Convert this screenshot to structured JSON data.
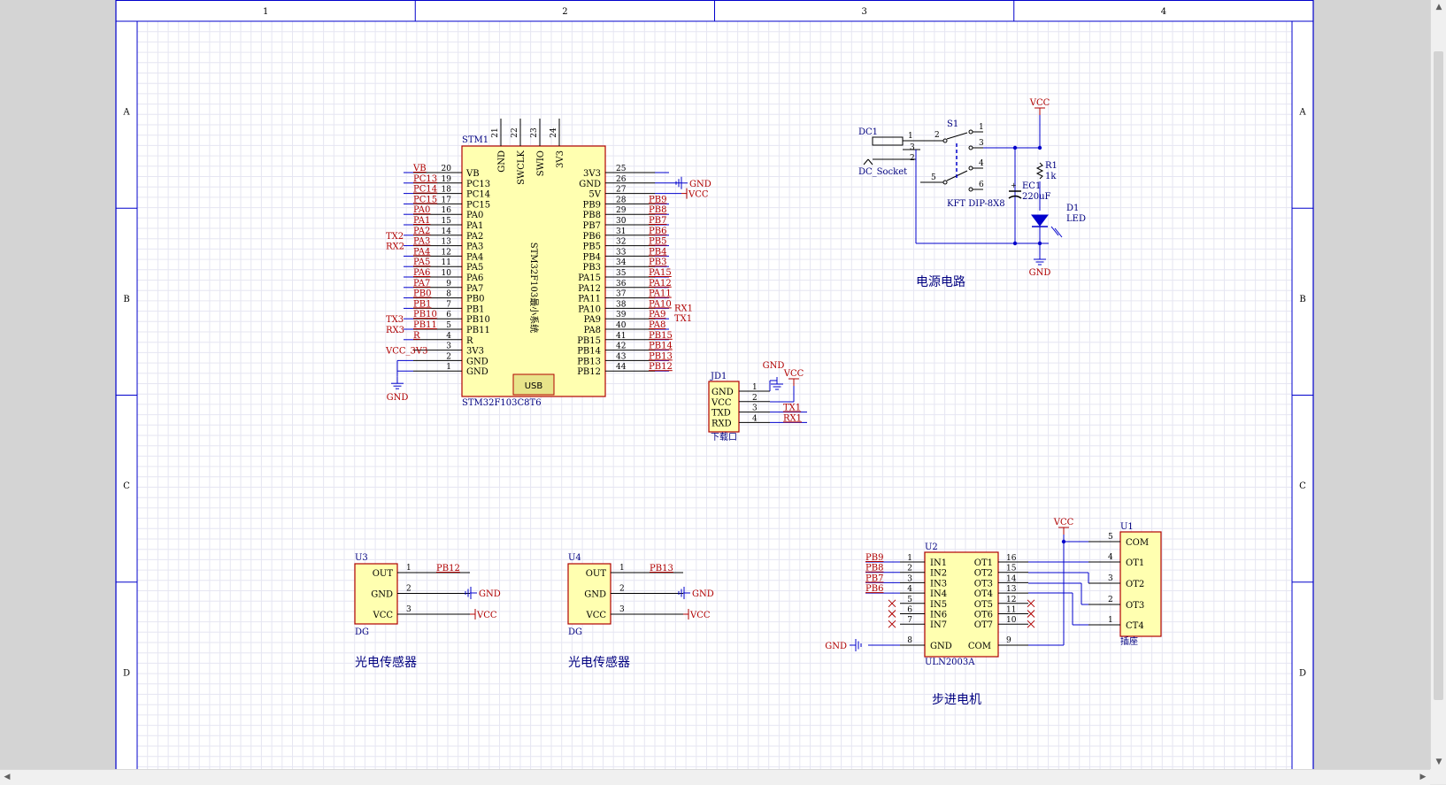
{
  "sheet": {
    "zone_columns": [
      "1",
      "2",
      "3",
      "4"
    ],
    "zone_rows": [
      "A",
      "B",
      "C",
      "D"
    ],
    "colors": {
      "paper": "#ffffff",
      "border": "#0000cc",
      "grid": "#e6e6f2",
      "part_body": "#ffffb0",
      "part_outline": "#b00000",
      "wire": "#0000cc",
      "label": "#b00000",
      "pin_name": "#000000",
      "designator": "#000080",
      "pin_line": "#000000"
    }
  },
  "mcu": {
    "designator": "STM1",
    "comment": "STM32F103C8T6",
    "body_text": "STM32F103最小系统",
    "usb": "USB",
    "left_pins": [
      {
        "num": "20",
        "name": "VB",
        "net": "VB",
        "ext": ""
      },
      {
        "num": "19",
        "name": "PC13",
        "net": "PC13",
        "ext": ""
      },
      {
        "num": "18",
        "name": "PC14",
        "net": "PC14",
        "ext": ""
      },
      {
        "num": "17",
        "name": "PC15",
        "net": "PC15",
        "ext": ""
      },
      {
        "num": "16",
        "name": "PA0",
        "net": "PA0",
        "ext": ""
      },
      {
        "num": "15",
        "name": "PA1",
        "net": "PA1",
        "ext": ""
      },
      {
        "num": "14",
        "name": "PA2",
        "net": "PA2",
        "ext": "TX2"
      },
      {
        "num": "13",
        "name": "PA3",
        "net": "PA3",
        "ext": "RX2"
      },
      {
        "num": "12",
        "name": "PA4",
        "net": "PA4",
        "ext": ""
      },
      {
        "num": "11",
        "name": "PA5",
        "net": "PA5",
        "ext": ""
      },
      {
        "num": "10",
        "name": "PA6",
        "net": "PA6",
        "ext": ""
      },
      {
        "num": "9",
        "name": "PA7",
        "net": "PA7",
        "ext": ""
      },
      {
        "num": "8",
        "name": "PB0",
        "net": "PB0",
        "ext": ""
      },
      {
        "num": "7",
        "name": "PB1",
        "net": "PB1",
        "ext": ""
      },
      {
        "num": "6",
        "name": "PB10",
        "net": "PB10",
        "ext": "TX3"
      },
      {
        "num": "5",
        "name": "PB11",
        "net": "PB11",
        "ext": "RX3"
      },
      {
        "num": "4",
        "name": "R",
        "net": "R",
        "ext": ""
      },
      {
        "num": "3",
        "name": "3V3",
        "net": "",
        "ext": "VCC_3V3"
      },
      {
        "num": "2",
        "name": "GND",
        "net": "",
        "ext": ""
      },
      {
        "num": "1",
        "name": "GND",
        "net": "",
        "ext": ""
      }
    ],
    "right_pins": [
      {
        "num": "25",
        "name": "3V3",
        "net": "",
        "ext": ""
      },
      {
        "num": "26",
        "name": "GND",
        "net": "",
        "ext": ""
      },
      {
        "num": "27",
        "name": "5V",
        "net": "",
        "ext": ""
      },
      {
        "num": "28",
        "name": "PB9",
        "net": "PB9",
        "ext": ""
      },
      {
        "num": "29",
        "name": "PB8",
        "net": "PB8",
        "ext": ""
      },
      {
        "num": "30",
        "name": "PB7",
        "net": "PB7",
        "ext": ""
      },
      {
        "num": "31",
        "name": "PB6",
        "net": "PB6",
        "ext": ""
      },
      {
        "num": "32",
        "name": "PB5",
        "net": "PB5",
        "ext": ""
      },
      {
        "num": "33",
        "name": "PB4",
        "net": "PB4",
        "ext": ""
      },
      {
        "num": "34",
        "name": "PB3",
        "net": "PB3",
        "ext": ""
      },
      {
        "num": "35",
        "name": "PA15",
        "net": "PA15",
        "ext": ""
      },
      {
        "num": "36",
        "name": "PA12",
        "net": "PA12",
        "ext": ""
      },
      {
        "num": "37",
        "name": "PA11",
        "net": "PA11",
        "ext": ""
      },
      {
        "num": "38",
        "name": "PA10",
        "net": "PA10",
        "ext": "RX1"
      },
      {
        "num": "39",
        "name": "PA9",
        "net": "PA9",
        "ext": "TX1"
      },
      {
        "num": "40",
        "name": "PA8",
        "net": "PA8",
        "ext": ""
      },
      {
        "num": "41",
        "name": "PB15",
        "net": "PB15",
        "ext": ""
      },
      {
        "num": "42",
        "name": "PB14",
        "net": "PB14",
        "ext": ""
      },
      {
        "num": "43",
        "name": "PB13",
        "net": "PB13",
        "ext": ""
      },
      {
        "num": "44",
        "name": "PB12",
        "net": "PB12",
        "ext": ""
      }
    ],
    "top_pins": [
      {
        "num": "21",
        "name": "GND"
      },
      {
        "num": "22",
        "name": "SWCLK"
      },
      {
        "num": "23",
        "name": "SWIO"
      },
      {
        "num": "24",
        "name": "3V3"
      }
    ],
    "gnd_label": "GND",
    "vcc_label": "VCC"
  },
  "power": {
    "title": "电源电路",
    "dc_designator": "DC1",
    "dc_comment": "DC_Socket",
    "dc_pins": [
      "1",
      "3",
      "2"
    ],
    "switch_designator": "S1",
    "switch_comment": "KFT DIP-8X8",
    "switch_pins": [
      "1",
      "2",
      "3",
      "4",
      "5",
      "6"
    ],
    "cap_designator": "EC1",
    "cap_value": "220uF",
    "res_designator": "R1",
    "res_value": "1k",
    "led_designator": "D1",
    "led_comment": "LED",
    "vcc": "VCC",
    "gnd": "GND"
  },
  "download": {
    "designator": "JD1",
    "comment": "下载口",
    "pins": [
      {
        "num": "1",
        "name": "GND",
        "net": ""
      },
      {
        "num": "2",
        "name": "VCC",
        "net": ""
      },
      {
        "num": "3",
        "name": "TXD",
        "net": "TX1"
      },
      {
        "num": "4",
        "name": "RXD",
        "net": "RX1"
      }
    ],
    "gnd": "GND",
    "vcc": "VCC"
  },
  "sensors": [
    {
      "designator": "U3",
      "comment": "DG",
      "caption": "光电传感器",
      "pins": [
        {
          "num": "1",
          "name": "OUT",
          "net": "PB12"
        },
        {
          "num": "2",
          "name": "GND",
          "net": "GND"
        },
        {
          "num": "3",
          "name": "VCC",
          "net": "VCC"
        }
      ]
    },
    {
      "designator": "U4",
      "comment": "DG",
      "caption": "光电传感器",
      "pins": [
        {
          "num": "1",
          "name": "OUT",
          "net": "PB13"
        },
        {
          "num": "2",
          "name": "GND",
          "net": "GND"
        },
        {
          "num": "3",
          "name": "VCC",
          "net": "VCC"
        }
      ]
    }
  ],
  "driver": {
    "designator": "U2",
    "comment": "ULN2003A",
    "left_pins": [
      {
        "num": "1",
        "name": "IN1",
        "net": "PB9"
      },
      {
        "num": "2",
        "name": "IN2",
        "net": "PB8"
      },
      {
        "num": "3",
        "name": "IN3",
        "net": "PB7"
      },
      {
        "num": "4",
        "name": "IN4",
        "net": "PB6"
      },
      {
        "num": "5",
        "name": "IN5",
        "net": ""
      },
      {
        "num": "6",
        "name": "IN6",
        "net": ""
      },
      {
        "num": "7",
        "name": "IN7",
        "net": ""
      }
    ],
    "right_pins": [
      {
        "num": "16",
        "name": "OT1"
      },
      {
        "num": "15",
        "name": "OT2"
      },
      {
        "num": "14",
        "name": "OT3"
      },
      {
        "num": "13",
        "name": "OT4"
      },
      {
        "num": "12",
        "name": "OT5"
      },
      {
        "num": "11",
        "name": "OT6"
      },
      {
        "num": "10",
        "name": "OT7"
      }
    ],
    "gnd_pin": {
      "num": "8",
      "name": "GND",
      "net": "GND"
    },
    "com_pin": {
      "num": "9",
      "name": "COM"
    }
  },
  "socket": {
    "designator": "U1",
    "comment": "插座",
    "pins": [
      {
        "num": "5",
        "name": "COM"
      },
      {
        "num": "4",
        "name": "OT1"
      },
      {
        "num": "3",
        "name": "OT2"
      },
      {
        "num": "2",
        "name": "OT3"
      },
      {
        "num": "1",
        "name": "CT4"
      }
    ],
    "vcc": "VCC"
  },
  "motor_title": "步进电机"
}
